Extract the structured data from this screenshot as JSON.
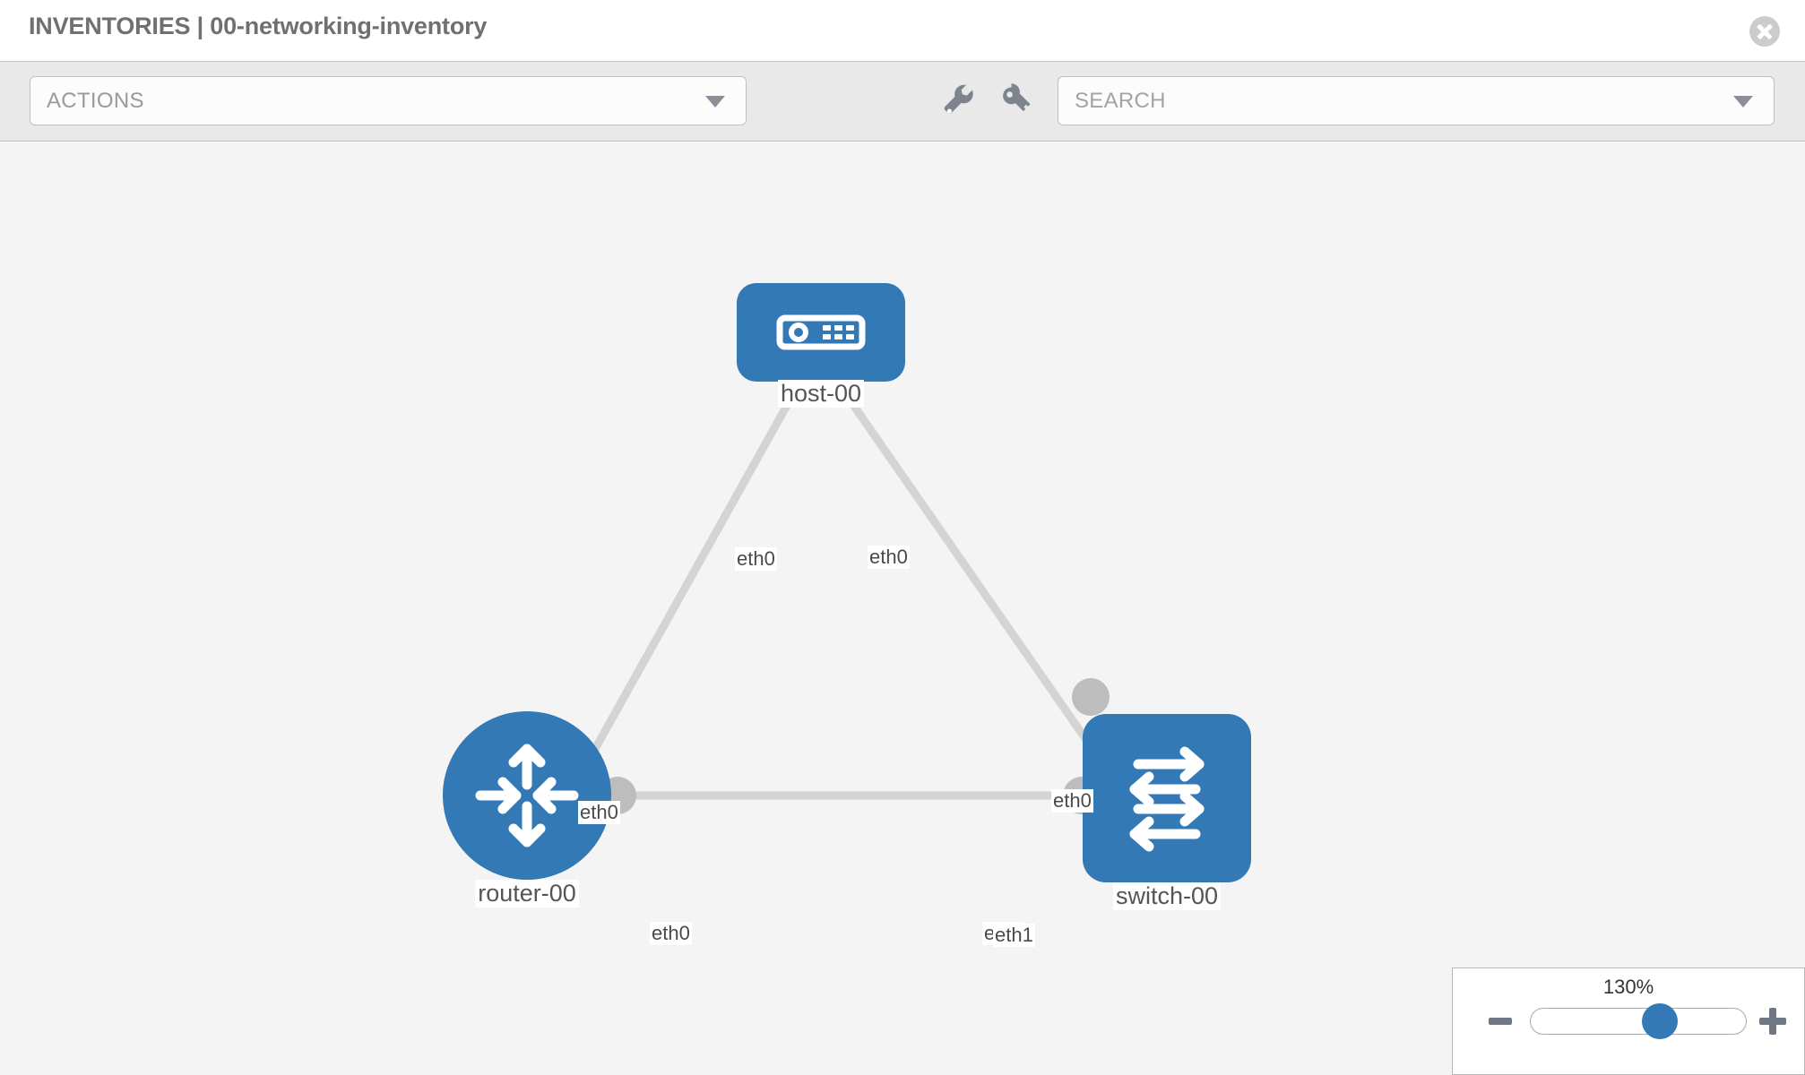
{
  "header": {
    "title": "INVENTORIES | 00-networking-inventory",
    "close_icon": "close-icon"
  },
  "toolbar": {
    "actions_label": "ACTIONS",
    "actions_caret_icon": "chevron-down-icon",
    "wrench_icon": "wrench-icon",
    "key_icon": "key-icon",
    "search_placeholder": "SEARCH",
    "search_caret_icon": "chevron-down-icon"
  },
  "topology": {
    "nodes": [
      {
        "id": "host-00",
        "label": "host-00",
        "type": "host",
        "icon": "server-icon",
        "shape": "rounded-rect"
      },
      {
        "id": "router-00",
        "label": "router-00",
        "type": "router",
        "icon": "router-arrows-icon",
        "shape": "circle"
      },
      {
        "id": "switch-00",
        "label": "switch-00",
        "type": "switch",
        "icon": "switch-arrows-icon",
        "shape": "rounded-square"
      }
    ],
    "edges": [
      {
        "from": "host-00",
        "to": "router-00",
        "from_interface": "eth0",
        "to_interface": "eth0"
      },
      {
        "from": "host-00",
        "to": "switch-00",
        "from_interface": "eth0",
        "to_interface": "eth0"
      },
      {
        "from": "router-00",
        "to": "switch-00",
        "from_interface": "eth0",
        "to_interface": "eth1"
      }
    ],
    "interface_labels": {
      "host_left": "eth0",
      "host_right": "eth0",
      "router_upper": "eth0",
      "switch_upper": "eth0",
      "router_right": "eth0",
      "switch_left_occluded": "eth0",
      "switch_left": "eth1"
    }
  },
  "zoom_control": {
    "level": "130%",
    "minus_label": "minus-icon",
    "plus_label": "plus-icon",
    "slider_position_percent": 60
  },
  "colors": {
    "node_blue": "#3379b5",
    "knob_gray": "#bdbdbd",
    "edge_gray": "#d4d4d4",
    "canvas_bg": "#f4f4f4",
    "toolbar_bg": "#e9e9e9"
  }
}
